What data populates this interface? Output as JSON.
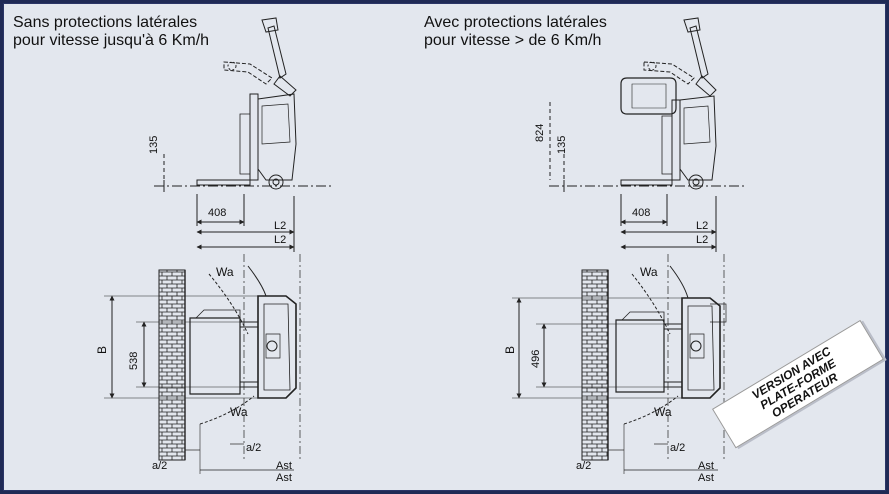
{
  "left_view": {
    "title_line1": "Sans protections latérales",
    "title_line2": "pour vitesse jusqu'à 6 Km/h",
    "dims": {
      "h135": "135",
      "d408": "408",
      "l2_a": "L2",
      "l2_b": "L2",
      "wa_top": "Wa",
      "wa_bottom": "Wa",
      "b": "B",
      "d538": "538",
      "a2_left": "a/2",
      "a2_right": "a/2",
      "ast_a": "Ast",
      "ast_b": "Ast"
    }
  },
  "right_view": {
    "title_line1": "Avec protections latérales",
    "title_line2": "pour vitesse > de 6 Km/h",
    "dims": {
      "h824": "824",
      "h135": "135",
      "d408": "408",
      "l2_a": "L2",
      "l2_b": "L2",
      "wa_top": "Wa",
      "wa_bottom": "Wa",
      "b": "B",
      "d496": "496",
      "a2_left": "a/2",
      "a2_right": "a/2",
      "ast_a": "Ast",
      "ast_b": "Ast"
    }
  },
  "stamp": {
    "line1": "VERSION AVEC",
    "line2": "PLATE-FORME OPERATEUR"
  }
}
